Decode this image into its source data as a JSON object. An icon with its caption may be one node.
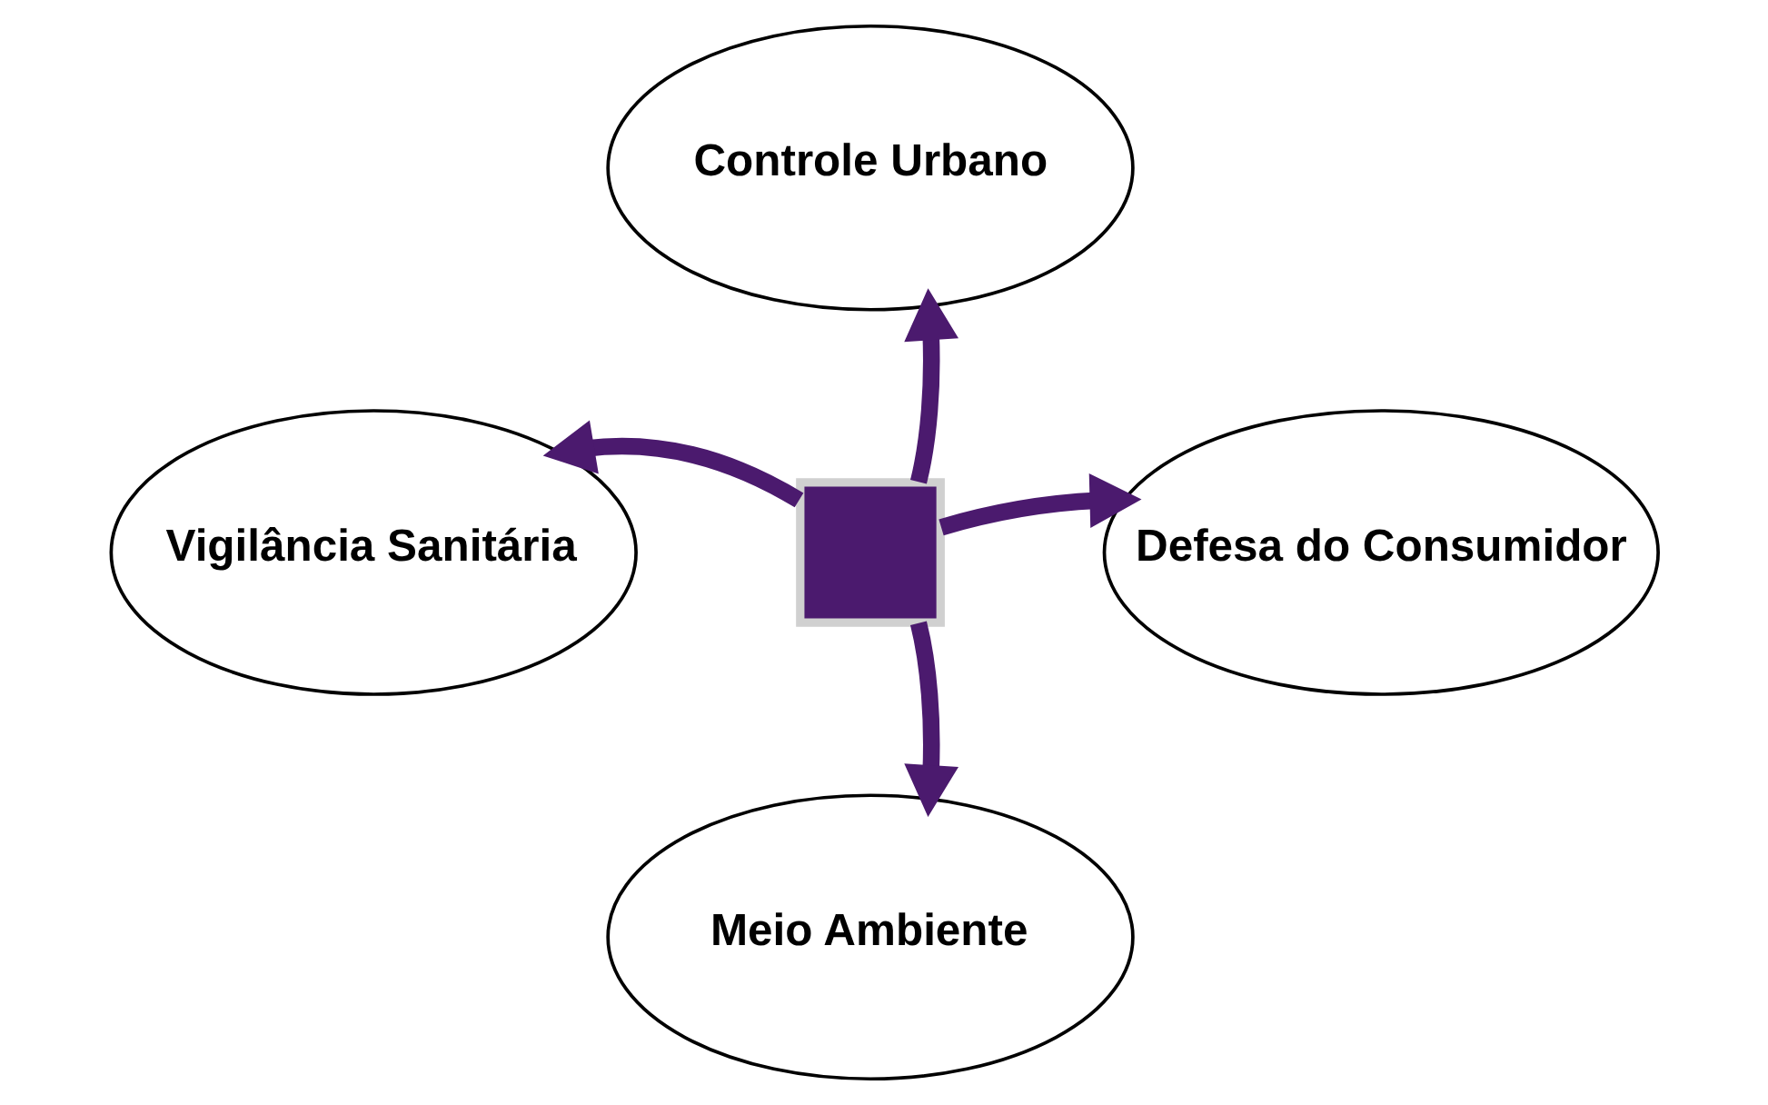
{
  "diagram": {
    "nodes": [
      {
        "text": [
          "Controle Urbano"
        ]
      },
      {
        "text": [
          "Vigilância Sanitária"
        ]
      },
      {
        "text": [
          "Defesa do Consumidor"
        ]
      },
      {
        "text": [
          "Meio Ambiente"
        ]
      },
      {
        "text": [],
        "shape": "cross"
      }
    ],
    "edges": [
      {
        "from": 4,
        "to": 0,
        "arrow": "to"
      },
      {
        "from": 4,
        "to": 1,
        "arrow": "to"
      },
      {
        "from": 4,
        "to": 2,
        "arrow": "to"
      },
      {
        "from": 4,
        "to": 3,
        "arrow": "to"
      }
    ]
  }
}
